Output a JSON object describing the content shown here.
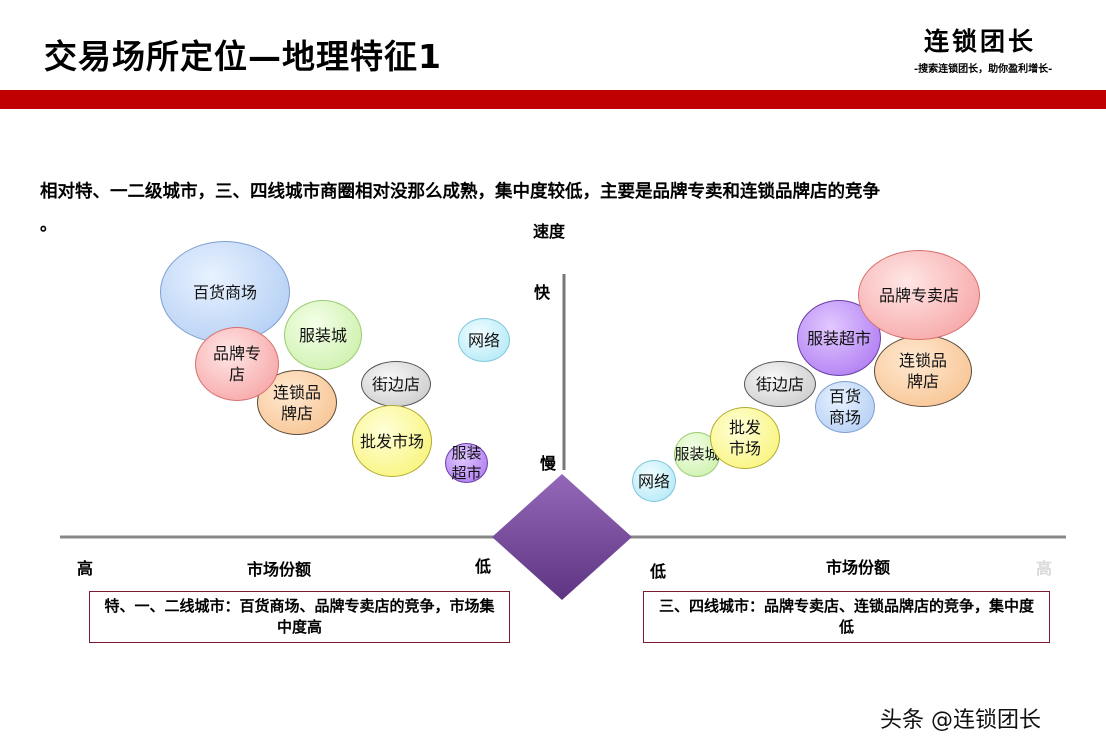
{
  "header": {
    "title": "交易场所定位—地理特征1",
    "brand": "连锁团长",
    "slogan": "-搜索连锁团长，助你盈利增长-"
  },
  "description": {
    "line1": "相对特、一二级城市，三、四线城市商圈相对没那么成熟，集中度较低，主要是品牌专卖和连锁品牌店的竞争",
    "line2": "。"
  },
  "axes": {
    "y_title": "速度",
    "y_fast": "快",
    "y_slow": "慢",
    "left_high": "高",
    "left_market": "市场份额",
    "left_low": "低",
    "right_low": "低",
    "right_market": "市场份额",
    "right_high": "高"
  },
  "left_bubbles": [
    {
      "label": "百货商场",
      "color": "blue"
    },
    {
      "label": "服装城",
      "color": "green"
    },
    {
      "label": "网络",
      "color": "cyan"
    },
    {
      "label": "品牌专店",
      "color": "red"
    },
    {
      "label": "连锁品牌店",
      "color": "orange"
    },
    {
      "label": "街边店",
      "color": "gray"
    },
    {
      "label": "批发市场",
      "color": "yellow"
    },
    {
      "label": "服装超市",
      "color": "purple"
    }
  ],
  "right_bubbles": [
    {
      "label": "品牌专卖店",
      "color": "red"
    },
    {
      "label": "服装超市",
      "color": "purple"
    },
    {
      "label": "连锁品牌店",
      "color": "orange"
    },
    {
      "label": "街边店",
      "color": "gray"
    },
    {
      "label": "百货商场",
      "color": "blue"
    },
    {
      "label": "批发市场",
      "color": "yellow"
    },
    {
      "label": "服装城",
      "color": "green"
    },
    {
      "label": "网络",
      "color": "cyan"
    }
  ],
  "boxes": {
    "left": "特、一、二线城市：百货商场、品牌专卖店的竞争，市场集中度高",
    "right": "三、四线城市：品牌专卖店、连锁品牌店的竞争，集中度低"
  },
  "watermark": "头条 @连锁团长",
  "colors": {
    "red_bar": "#c00000",
    "diamond": "#7b4fa0",
    "box_border": "#7a1a2e"
  }
}
